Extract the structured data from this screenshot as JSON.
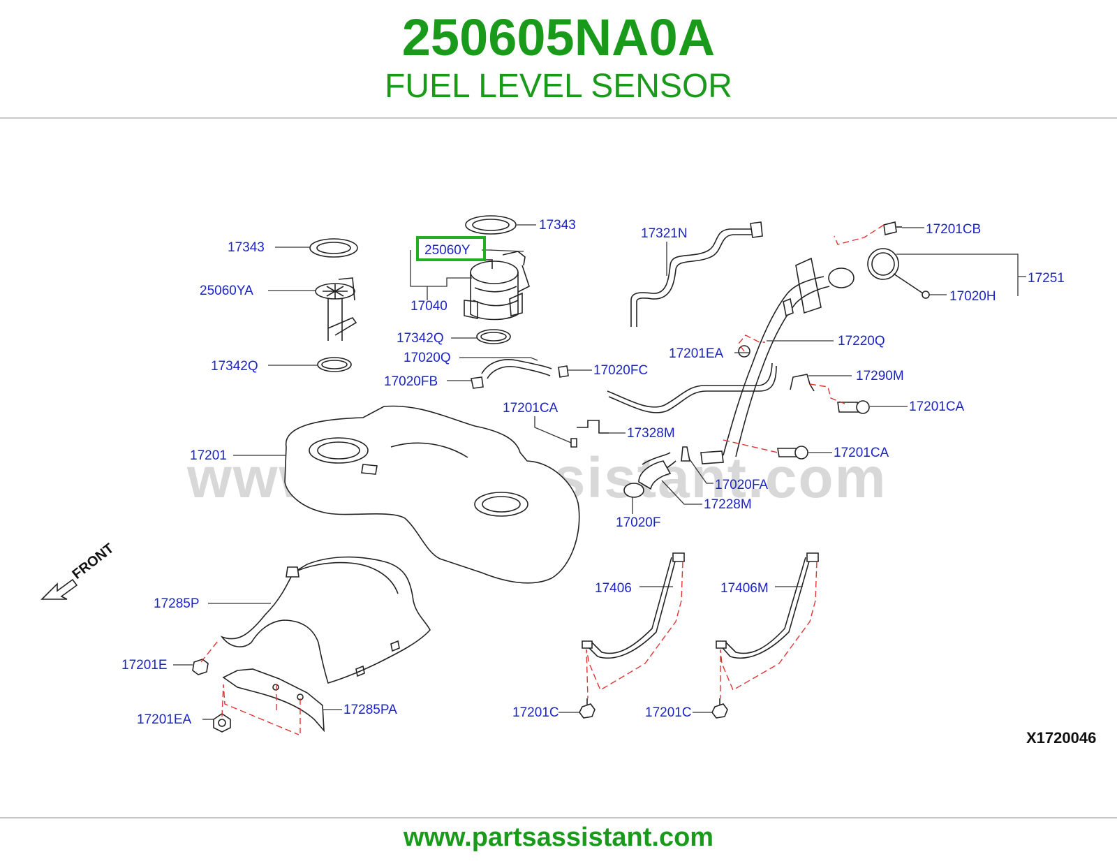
{
  "header": {
    "part_number": "250605NA0A",
    "part_name": "FUEL LEVEL SENSOR"
  },
  "diagram": {
    "watermark": "www.partsassistant.com",
    "diagram_code": "X1720046",
    "front_label": "FRONT",
    "highlight_color": "#22b022",
    "label_color": "#1c24c8",
    "highlighted_label": "25060Y",
    "labels": {
      "l17343_left": "17343",
      "l25060YA": "25060YA",
      "l17342Q_left": "17342Q",
      "l17343_top": "17343",
      "l25060Y": "25060Y",
      "l17040": "17040",
      "l17342Q_mid": "17342Q",
      "l17020Q": "17020Q",
      "l17020FB": "17020FB",
      "l17020FC": "17020FC",
      "l17321N": "17321N",
      "l17201CB": "17201CB",
      "l17251": "17251",
      "l17020H": "17020H",
      "l17220Q": "17220Q",
      "l17201EA_top": "17201EA",
      "l17290M": "17290M",
      "l17201CA_right": "17201CA",
      "l17201CA_mid": "17201CA",
      "l17328M": "17328M",
      "l17201CA_low": "17201CA",
      "l17201": "17201",
      "l17020FA": "17020FA",
      "l17228M": "17228M",
      "l17020F": "17020F",
      "l17285P": "17285P",
      "l17201E": "17201E",
      "l17201EA_bottom": "17201EA",
      "l17285PA": "17285PA",
      "l17406": "17406",
      "l17406M": "17406M",
      "l17201C_left": "17201C",
      "l17201C_right": "17201C"
    }
  },
  "footer": {
    "url": "www.partsassistant.com"
  }
}
